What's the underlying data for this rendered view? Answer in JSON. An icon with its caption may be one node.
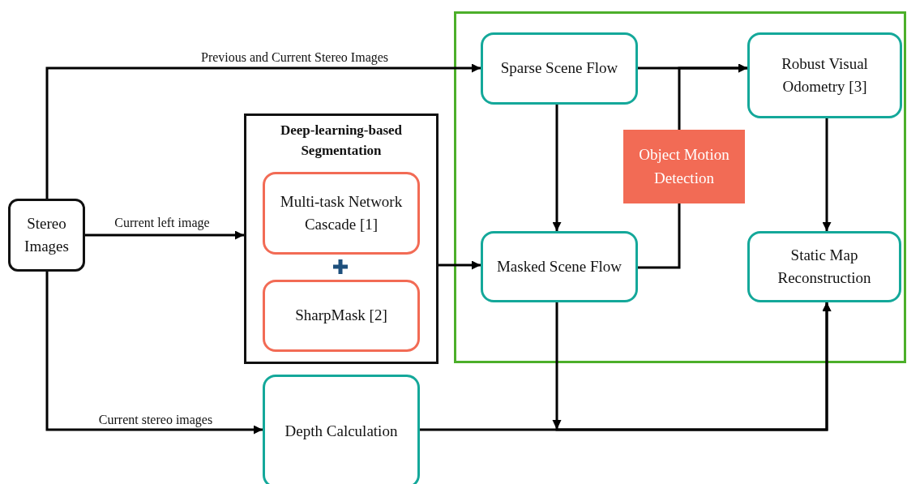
{
  "diagram": {
    "nodes": [
      {
        "text": [
          "Stereo Images"
        ]
      },
      {
        "text": [
          "Deep-learning-based Segmentation"
        ]
      },
      {
        "text": [
          "Multi-task Network Cascade [1]"
        ],
        "in": 1
      },
      {
        "text": [
          "SharpMask [2]"
        ],
        "in": 1
      },
      {
        "text": [],
        "shape": "box"
      },
      {
        "text": [
          "Sparse Scene Flow"
        ],
        "in": 4
      },
      {
        "text": [
          "Robust Visual Odometry [3]"
        ],
        "in": 4
      },
      {
        "text": [
          "Object Motion Detection"
        ],
        "in": 4
      },
      {
        "text": [
          "Masked Scene Flow"
        ],
        "in": 4
      },
      {
        "text": [
          "Static Map Reconstruction"
        ],
        "in": 4
      },
      {
        "text": [
          "Depth Calculation"
        ]
      }
    ],
    "edges": [
      {
        "from": 0,
        "to": 5,
        "arrow": "to",
        "label": "Previous and Current Stereo Images"
      },
      {
        "from": 0,
        "to": 1,
        "arrow": "to",
        "label": "Current left image"
      },
      {
        "from": 0,
        "to": 10,
        "arrow": "to",
        "label": "Current stereo images"
      },
      {
        "from": 1,
        "to": 8,
        "arrow": "to"
      },
      {
        "from": 5,
        "to": 8,
        "arrow": "to"
      },
      {
        "from": 5,
        "to": 6,
        "arrow": "to"
      },
      {
        "from": 8,
        "to": 7,
        "arrow": "none"
      },
      {
        "from": 7,
        "to": 6,
        "arrow": "to"
      },
      {
        "from": 6,
        "to": 9,
        "arrow": "to"
      },
      {
        "from": 8,
        "to": 9,
        "arrow": "to"
      },
      {
        "from": 10,
        "to": 9,
        "arrow": "to"
      }
    ]
  }
}
